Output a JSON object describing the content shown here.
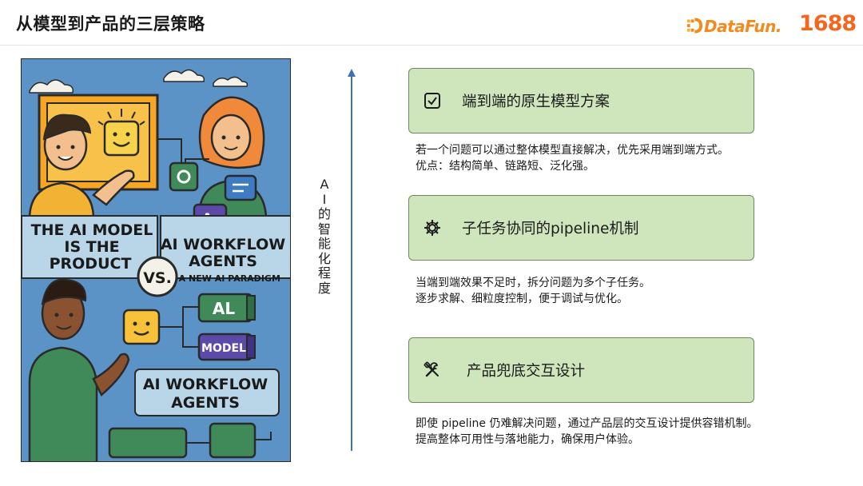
{
  "slide": {
    "title": "从模型到产品的三层策略"
  },
  "logos": {
    "datafun": "DataFun.",
    "alibaba": "1688"
  },
  "poster": {
    "left_caption": [
      "THE AI MODEL",
      "IS THE",
      "PRODUCT"
    ],
    "right_caption": [
      "AI WORKFLOW",
      "AGENTS"
    ],
    "right_subcaption": "-A NEW AI PARADIGM",
    "vs": "VS.",
    "badge_ai": "A:",
    "block_al": "AL",
    "block_model": "MODEL",
    "bottom_caption": [
      "AI WORKFLOW",
      "AGENTS"
    ]
  },
  "axis": {
    "label": [
      "A",
      "I",
      "的",
      "智",
      "能",
      "化",
      "程",
      "度"
    ]
  },
  "strategies": [
    {
      "icon": "checkbox-icon",
      "title": "端到端的原生模型方案",
      "desc": [
        "若一个问题可以通过整体模型直接解决，优先采用端到端方式。",
        "优点：结构简单、链路短、泛化强。"
      ]
    },
    {
      "icon": "gear-icon",
      "title": "子任务协同的pipeline机制",
      "desc": [
        "当端到端效果不足时，拆分问题为多个子任务。",
        "逐步求解、细粒度控制，便于调试与优化。"
      ]
    },
    {
      "icon": "tools-icon",
      "title": "产品兜底交互设计",
      "desc": [
        "即使 pipeline 仍难解决问题，通过产品层的交互设计提供容错机制。",
        "提高整体可用性与落地能力，确保用户体验。"
      ]
    }
  ]
}
